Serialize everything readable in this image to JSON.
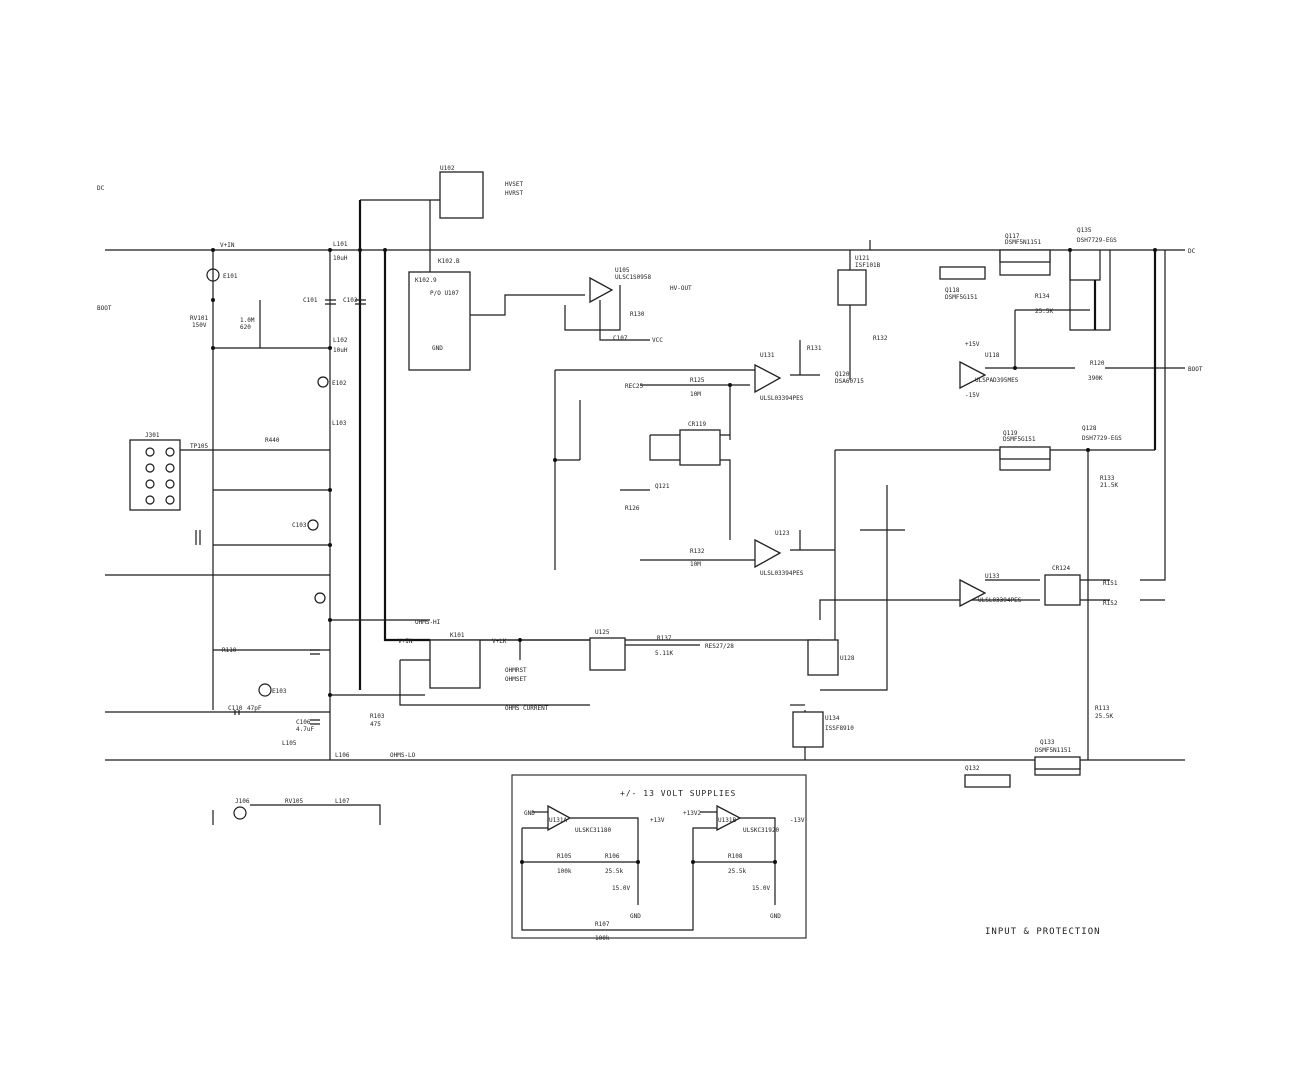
{
  "title": "INPUT & PROTECTION",
  "supplies_title": "+/- 13 VOLT SUPPLIES",
  "components": {
    "e101": "E101",
    "rv101": "RV101",
    "rv101_val": "150V",
    "r_left": "1.0M",
    "r_left_val": "620",
    "l101": "L101",
    "l101_val": "10uH",
    "l102": "L102",
    "l102_val": "10uH",
    "c101": "C101",
    "c102": "C102",
    "e102": "E102",
    "l103": "L103",
    "j301": "J301",
    "tp105": "TP105",
    "r_tp": "R440",
    "k102": "K102.9",
    "k102_type": "P/O U107",
    "k102_b": "K102.B",
    "gnd": "GND",
    "u102": "U102",
    "hvset": "HVSET",
    "hvrst": "HVRST",
    "u105": "U105",
    "u105_part": "ULSC1S0958",
    "hv_out": "HV-OUT",
    "r130": "R130",
    "c107": "C107",
    "vcc": "VCC",
    "u131": "U131",
    "u131_part": "ULSL03394PES",
    "r125": "R125",
    "r125_val": "10M",
    "ref": "REC25",
    "u121": "U121",
    "u121_part": "ISF101B",
    "q120": "Q120",
    "q120_part": "DSA60715",
    "r131": "R131",
    "r132": "R132",
    "q117": "Q117",
    "q117_part": "DSMF5N1151",
    "q118": "Q118",
    "q118_part": "DSMF5G151",
    "q135": "Q135",
    "q135_part": "DSH7729-EGS",
    "r134": "R134",
    "r134_val": "25.5K",
    "u118": "U118",
    "u118_part": "ULSPAD395MES",
    "r120": "R120",
    "r120_val": "390K",
    "p15v": "+15V",
    "m15v": "-15V",
    "out_dc": "DC",
    "out_boot": "BOOT",
    "u123": "U123",
    "u123_part": "ULSL03394PES",
    "cr119": "CR119",
    "q121": "Q121",
    "r126": "R126",
    "r132b": "R132",
    "r132b_val": "10M",
    "q119": "Q119",
    "q119_part": "DSMF5G151",
    "q128": "Q128",
    "q128_part": "DSH7729-EGS",
    "r133": "R133",
    "r133_val": "21.5K",
    "cr124": "CR124",
    "u133": "U133",
    "u133_part": "ULSL03394PES",
    "r151": "R151",
    "r152": "R152",
    "k101": "K101",
    "vplus_in": "V+IN",
    "vplus_lk": "V+LK",
    "ohms_hi": "OHMS-HI",
    "ohms_lo": "OHMS-LO",
    "u125": "U125",
    "r137": "R137",
    "r137_val": "5.11K",
    "res": "RES27/28",
    "ohmset": "OHMSET",
    "ohmrst": "OHMRST",
    "ohms_current": "OHMS CURRENT",
    "u128": "U128",
    "u134": "U134",
    "u134_part": "ISSF8910",
    "r113": "R113",
    "r113_val": "25.5K",
    "q133": "Q133",
    "q133_part": "DSMF5N1151",
    "q132": "Q132",
    "r110": "R110",
    "c110": "C110",
    "c110_val": "47pF",
    "e103": "E103",
    "l105": "L105",
    "l106": "L106",
    "r103": "R103",
    "r103_val": "475",
    "c106": "C106",
    "c106_val": "4.7uF",
    "c103": "C103",
    "j106": "J106",
    "rv105": "RV105",
    "l107": "L107",
    "u131a": "U131A",
    "u131a_part": "ULSKC31180",
    "u131b": "U131B",
    "u131b_part": "ULSKC31920",
    "r105": "R105",
    "r105_val": "100k",
    "r106": "R106",
    "r106_val": "25.5k",
    "r108": "R108",
    "r108_val": "25.5k",
    "r107": "R107",
    "r107_val": "100k",
    "vr1": "15.0V",
    "vr2": "15.0V",
    "p13v": "+13V",
    "m13v": "-13V",
    "p13v_ref": "+13V2"
  }
}
